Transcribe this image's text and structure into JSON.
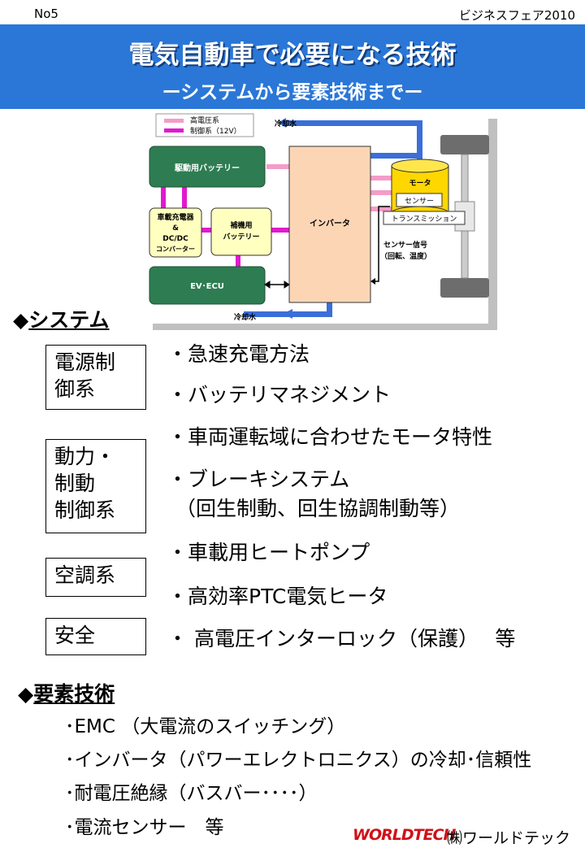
{
  "header": {
    "slide_no": "No5",
    "event": "ビジネスフェア2010",
    "title": "電気自動車で必要になる技術",
    "subtitle": "ーシステムから要素技術までー"
  },
  "diagram": {
    "legend": [
      "高電圧系",
      "制御系（12V）"
    ],
    "blocks": {
      "drive_battery": "駆動用バッテリー",
      "charger_line1": "車載充電器",
      "charger_line2": "&",
      "charger_line3": "DC/DC",
      "charger_line4": "コンバーター",
      "aux_battery_line1": "補機用",
      "aux_battery_line2": "バッテリー",
      "ev_ecu": "EV･ECU",
      "inverter": "インバータ",
      "motor": "モータ",
      "sensor": "センサー",
      "transmission": "トランスミッション"
    },
    "labels": {
      "coolant_top": "冷却水",
      "coolant_bottom": "冷却水",
      "sensor_signal_1": "センサー信号",
      "sensor_signal_2": "（回転、温度）"
    },
    "colors": {
      "high_voltage": "#f49cc8",
      "control": "#e01acf",
      "module": "#2e7d52",
      "inverter": "#fcd5b4",
      "motor": "#ffd700",
      "aux": "#ffffc0",
      "coolant": "#3a6fd8"
    }
  },
  "system": {
    "heading": "システム",
    "categories": [
      {
        "name_line1": "電源制",
        "name_line2": "御系"
      },
      {
        "name_line1": "動力・",
        "name_line2": "制動",
        "name_line3": "制御系"
      },
      {
        "name_line1": "空調系"
      },
      {
        "name_line1": "安全"
      }
    ],
    "items": [
      "・急速充電方法",
      "・バッテリマネジメント",
      "・車両運転域に合わせたモータ特性",
      "・ブレーキシステム",
      "（回生制動、回生協調制動等）",
      "・車載用ヒートポンプ",
      "・高効率PTC電気ヒータ",
      "・ 高電圧インターロック（保護）　 等"
    ]
  },
  "elements": {
    "heading": "要素技術",
    "items": [
      "･EMC （大電流のスイッチング）",
      "･インバータ（パワーエレクトロニクス）の冷却･信頼性",
      "･耐電圧絶縁（バスバー････）",
      "･電流センサー　等"
    ]
  },
  "footer": {
    "logo": "WORLDTECH",
    "company": "㈱ワールドテック"
  }
}
